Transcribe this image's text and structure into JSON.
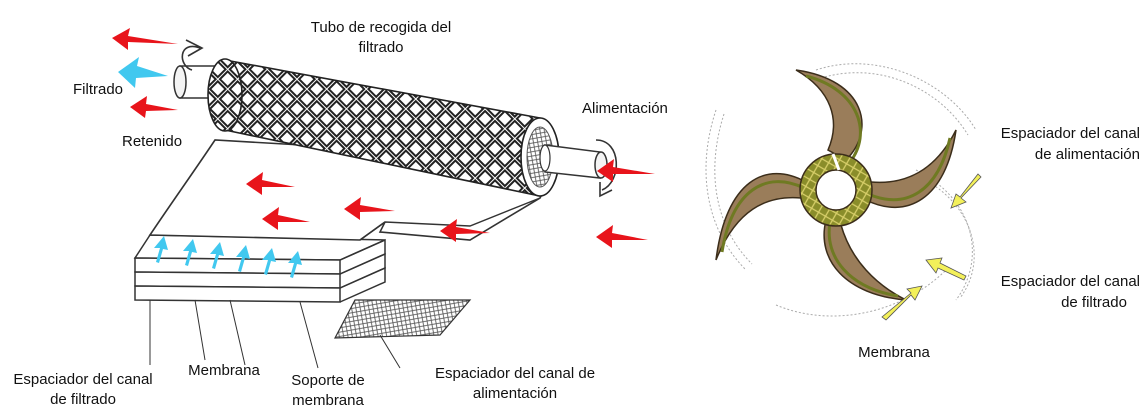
{
  "labels": {
    "tubo": [
      "Tubo de recogida del",
      "filtrado"
    ],
    "filtrado": "Filtrado",
    "retenido": "Retenido",
    "alimentacion": "Alimentación",
    "espaciador_filtrado_left": [
      "Espaciador del canal",
      "de filtrado"
    ],
    "membrana_left": "Membrana",
    "soporte": [
      "Soporte de",
      "membrana"
    ],
    "espaciador_alimentacion_left": [
      "Espaciador del canal de",
      "alimentación"
    ],
    "espaciador_alimentacion_right": [
      "Espaciador del canal",
      "de alimentación"
    ],
    "espaciador_filtrado_right": [
      "Espaciador del canal",
      "de filtrado"
    ],
    "membrana_right": "Membrana"
  },
  "colors": {
    "red_arrow": "#e8141b",
    "blue_arrow": "#41c8ef",
    "yellow_arrow": "#f3f05a",
    "spacer_green": "#6f7a22",
    "membrane_brown": "#9a7d5a",
    "line": "#333333"
  }
}
